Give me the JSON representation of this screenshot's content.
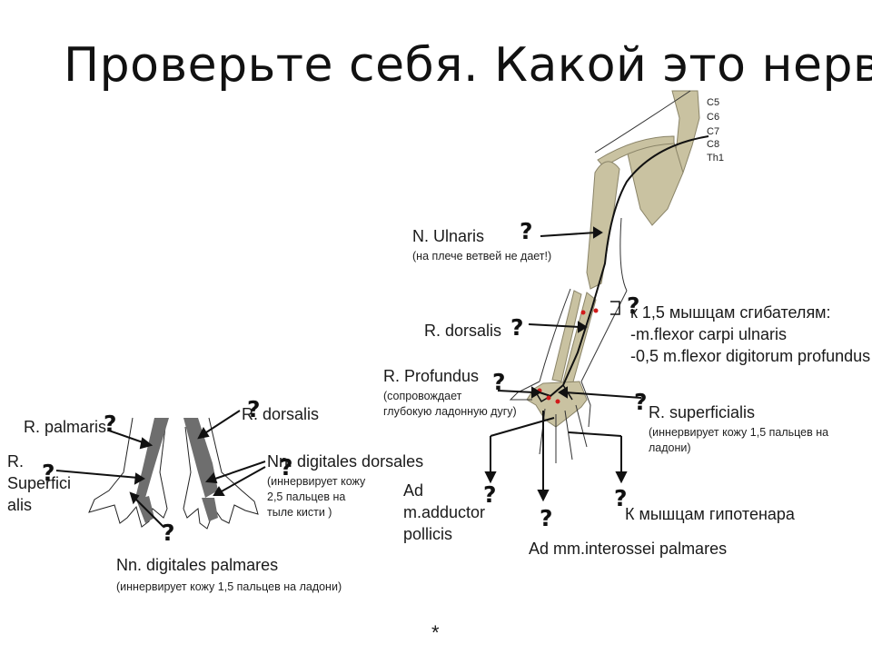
{
  "title": "Проверьте себя. Какой это нерв?",
  "question_mark": "?",
  "roots": [
    "C5",
    "C6",
    "C7",
    "C8",
    "Th1"
  ],
  "labels": {
    "n_ulnaris": "N. Ulnaris",
    "n_ulnaris_note": "(на плече ветвей не дает!)",
    "r_dorsalis": "R. dorsalis",
    "r_profundus": "R. Profundus",
    "r_profundus_note": "(сопровождает\nглубокую ладонную дугу)",
    "flexors": "к 1,5 мышцам сгибателям:\n-m.flexor carpi ulnaris\n-0,5 m.flexor digitorum profundus",
    "r_superficialis": "R. superficialis",
    "r_superficialis_note": "(иннервирует кожу 1,5 пальцев на\nладони)",
    "ad_adductor": "Ad\nm.adductor\npollicis",
    "ad_interossei": "Ad mm.interossei palmares",
    "hypothenar": "К мышцам гипотенара",
    "r_palmaris": "R. palmaris",
    "r_superficialis_left": "R.\nSuperfici\nalis",
    "r_dorsalis_hand": "R. dorsalis",
    "nn_dig_dorsales": "Nn. digitales dorsales",
    "nn_dig_dorsales_note": "(иннервирует кожу\n2,5 пальцев на\nтыле кисти )",
    "nn_dig_palmares": "Nn. digitales palmares",
    "nn_dig_palmares_note": "(иннервирует кожу 1,5 пальцев на ладони)"
  },
  "footer_mark": "*",
  "colors": {
    "bone": "#c9c2a1",
    "nerve": "#111111",
    "dot": "#d11a1a",
    "shade": "#6e6e6e"
  }
}
